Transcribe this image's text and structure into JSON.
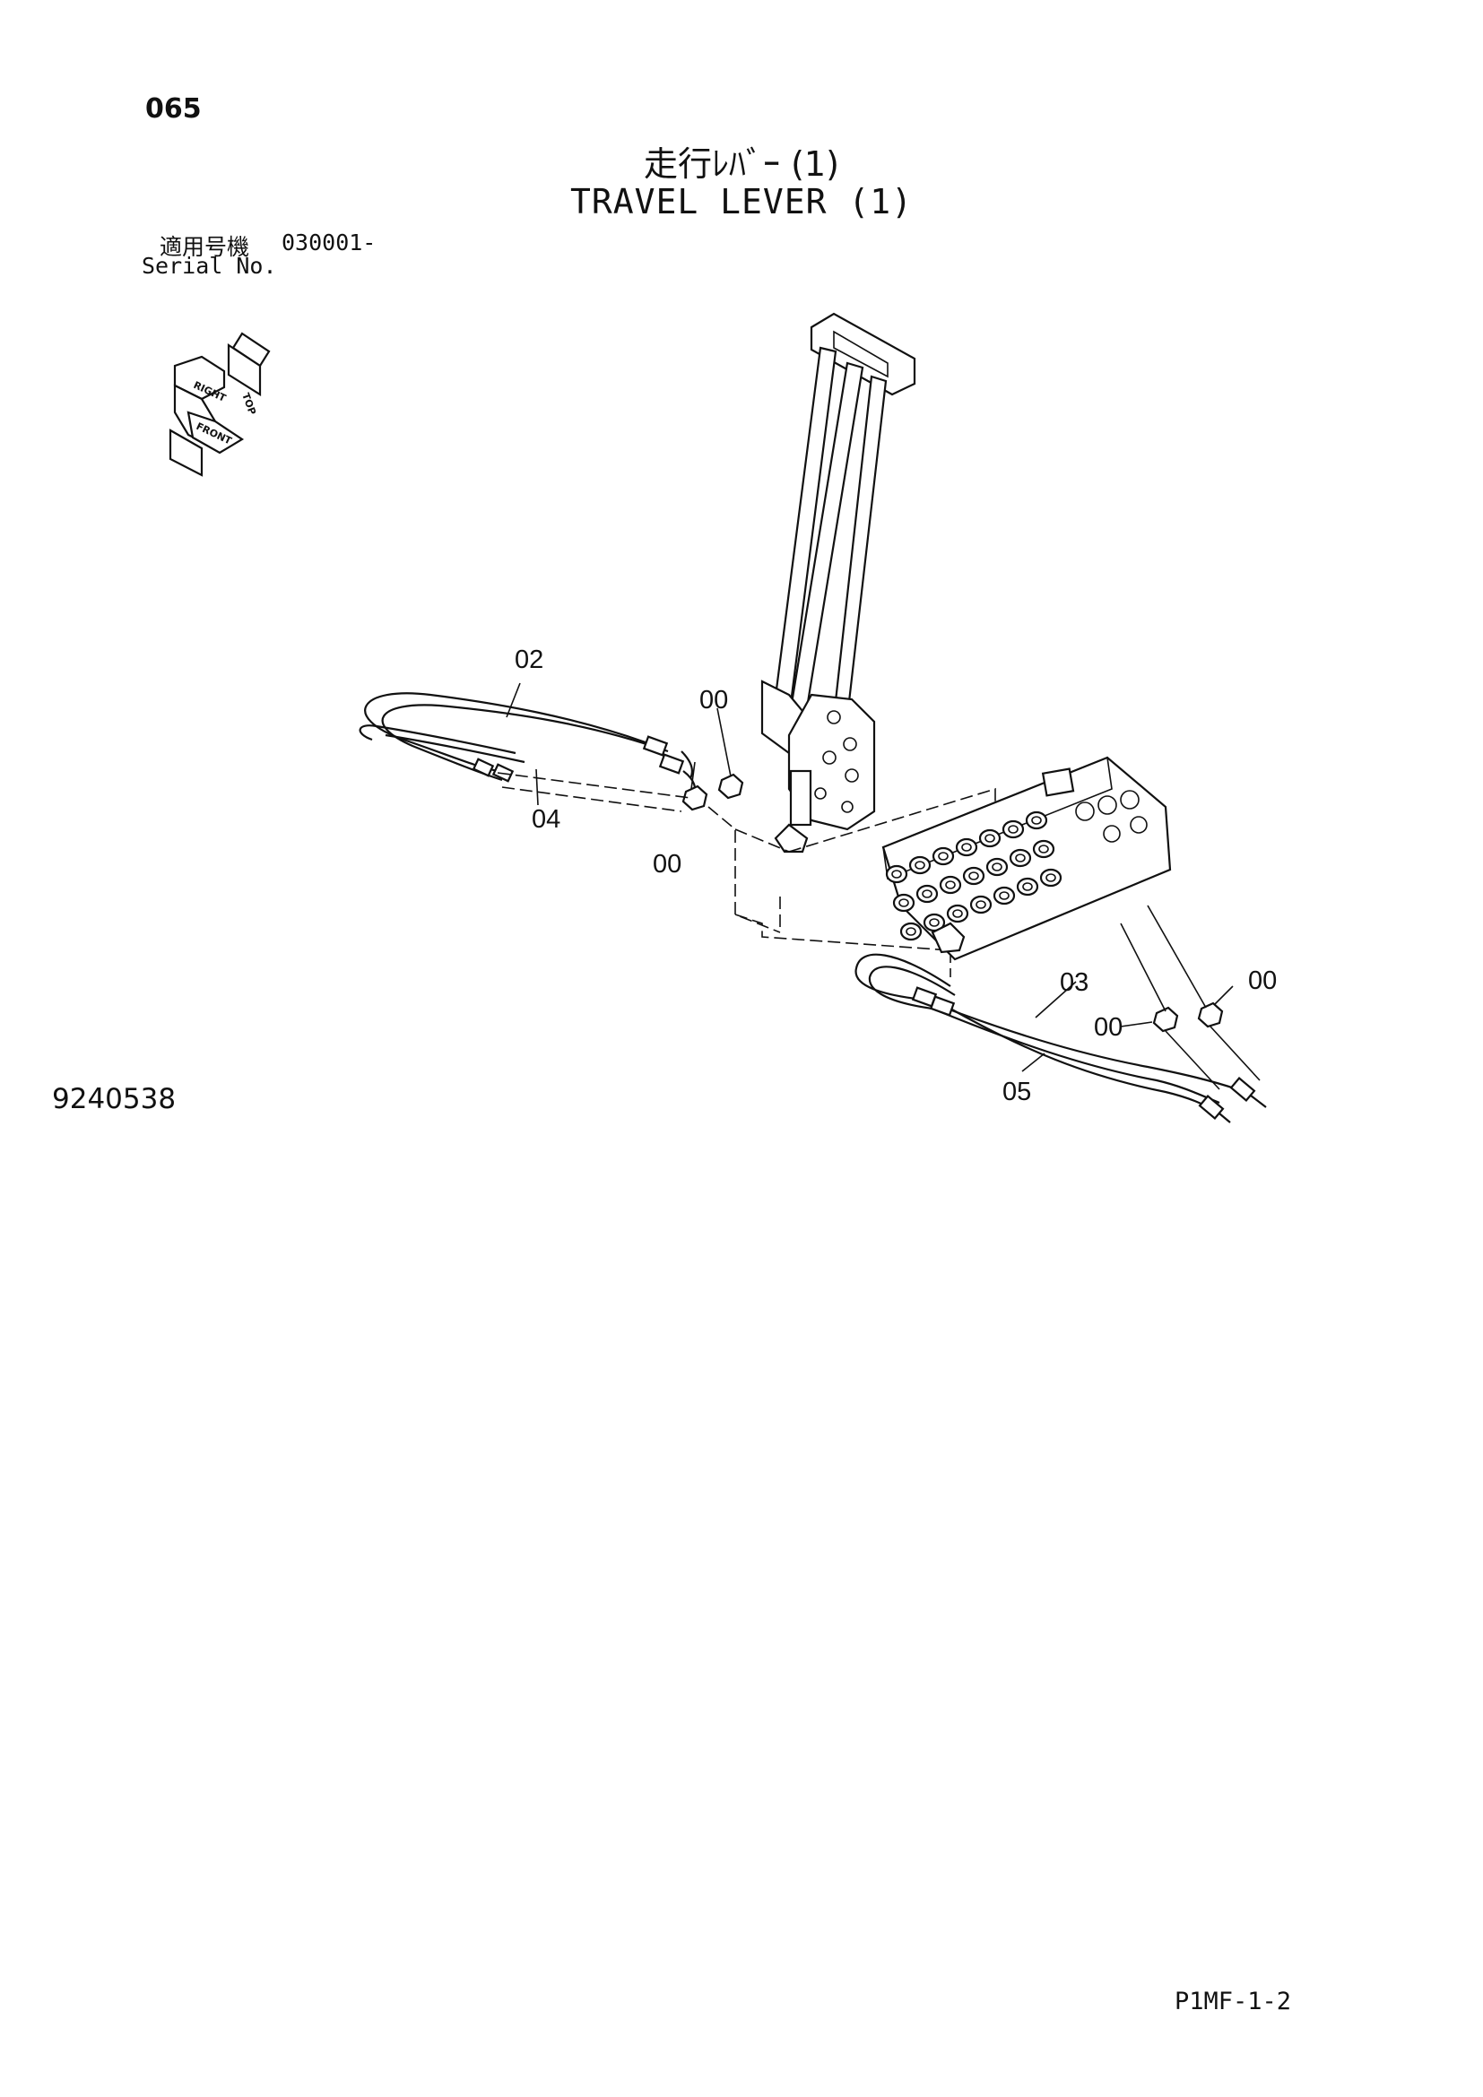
{
  "page_number": "065",
  "title_jp": "走行ﾚﾊﾞｰ (1)",
  "title_en": "TRAVEL LEVER (1)",
  "serial": {
    "label_jp": "適用号機",
    "value": "030001-",
    "label_en": "Serial No."
  },
  "orientation_labels": {
    "top": "TOP",
    "right": "RIGHT",
    "front": "FRONT"
  },
  "callouts": {
    "c02": "02",
    "c00_a": "00",
    "c04": "04",
    "c00_b": "00",
    "c03": "03",
    "c00_c": "00",
    "c00_d": "00",
    "c05": "05"
  },
  "figure_id": "9240538",
  "page_code": "P1MF-1-2"
}
